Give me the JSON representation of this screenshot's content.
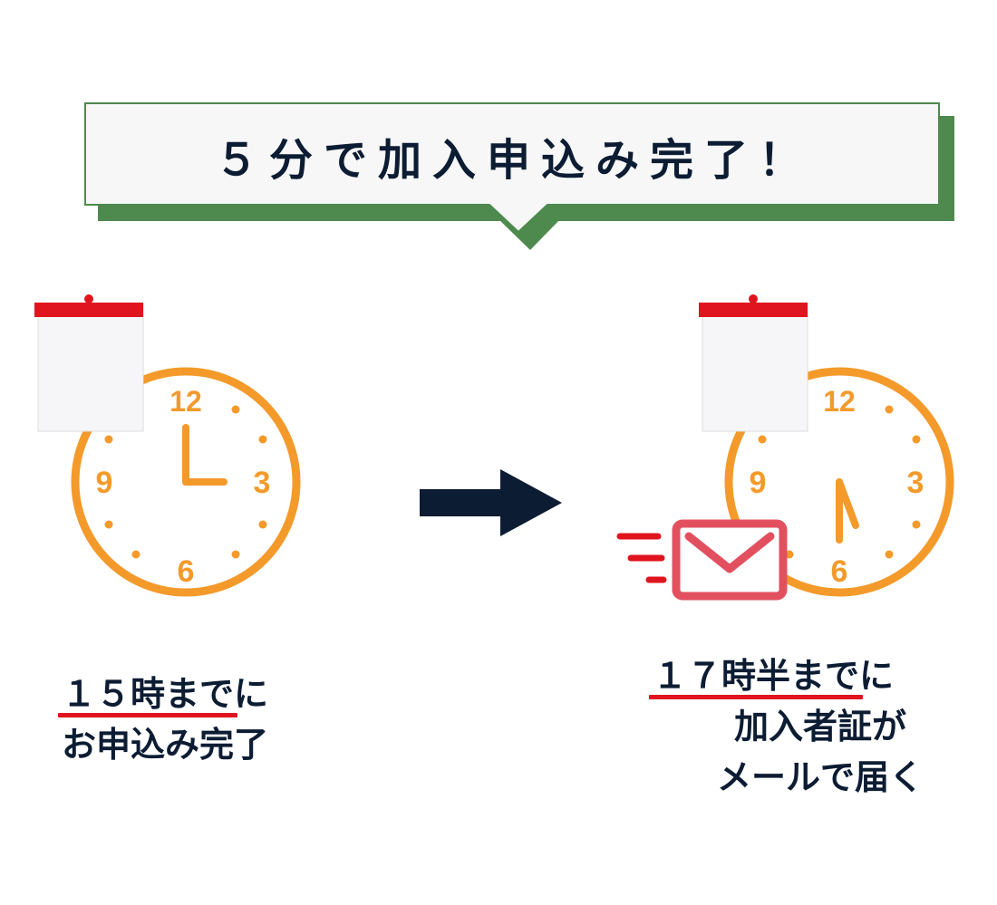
{
  "heading": {
    "text": "５分で加入申込み完了！"
  },
  "left_step": {
    "clock_numbers": [
      "12",
      "3",
      "6",
      "9"
    ],
    "caption_underlined": "１５時まで",
    "caption_rest": "に",
    "caption_line2": "お申込み完了"
  },
  "right_step": {
    "clock_numbers": [
      "12",
      "3",
      "6",
      "9"
    ],
    "caption_underlined": "１７時半まで",
    "caption_rest": "に",
    "caption_line2": "加入者証が",
    "caption_line3": "メールで届く"
  },
  "colors": {
    "navy": "#0c1c33",
    "green": "#4e8a4e",
    "orange": "#f39a2b",
    "red": "#e0141e",
    "mail_pink": "#e2505f"
  },
  "icons": [
    "calendar-icon",
    "clock-icon",
    "arrow-right-icon",
    "mail-icon"
  ]
}
